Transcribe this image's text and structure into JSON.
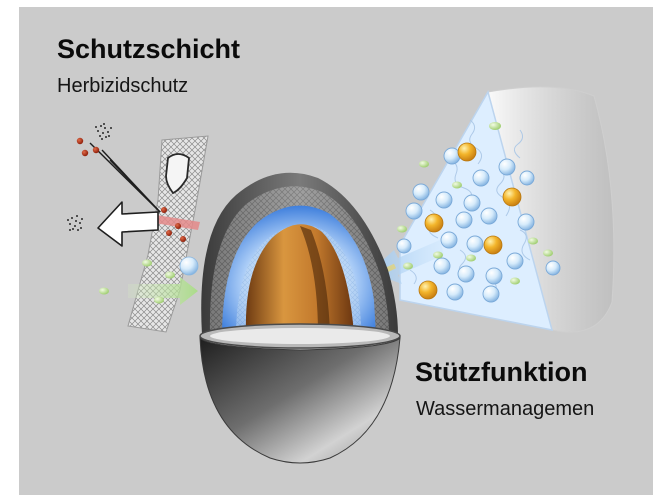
{
  "labels": {
    "protection": {
      "title": "Schutzschicht",
      "subtitle": "Herbizidschutz"
    },
    "support": {
      "title": "Stützfunktion",
      "subtitle": "Wassermanagemen"
    }
  },
  "icons": [
    "shield-icon",
    "outline-arrow-icon"
  ],
  "colors": {
    "panel_background": "#cbcbcb",
    "seed_core": "#b8702e",
    "glow": "#4f8fe6",
    "particle_gold": "#f0a81e",
    "particle_blue": "#c9e2f8",
    "particle_green": "#b6d98a",
    "particle_red": "#a32410",
    "matrix": "#dbeeff"
  }
}
